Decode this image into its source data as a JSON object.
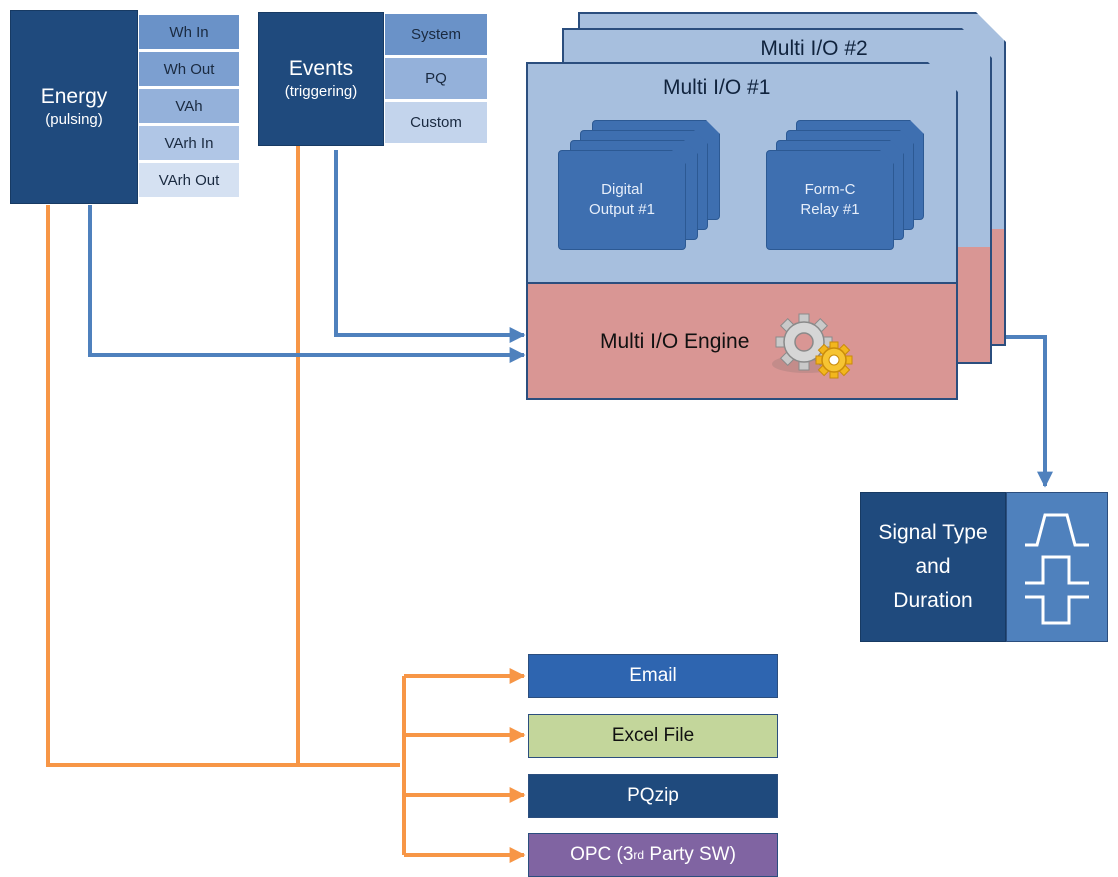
{
  "energy": {
    "title": "Energy",
    "subtitle": "(pulsing)",
    "items": [
      "Wh In",
      "Wh Out",
      "VAh",
      "VArh In",
      "VArh Out"
    ]
  },
  "events": {
    "title": "Events",
    "subtitle": "(triggering)",
    "items": [
      "System",
      "PQ",
      "Custom"
    ]
  },
  "multi_io": {
    "back_title": "Multi I/O #2",
    "front_title": "Multi I/O #1",
    "digital_output": [
      "Digital",
      "Output #1"
    ],
    "relay": [
      "Form-C",
      "Relay #1"
    ],
    "engine_label": "Multi I/O Engine",
    "engine_icon": "gears-icon"
  },
  "signal": {
    "lines": [
      "Signal Type",
      "and",
      "Duration"
    ],
    "waveform_icon": "pulse-waveforms-icon"
  },
  "outputs": {
    "email": "Email",
    "excel": "Excel File",
    "pqzip": "PQzip",
    "opc_prefix": "OPC (3",
    "opc_sup": "rd",
    "opc_suffix": " Party SW)"
  },
  "colors": {
    "navy": "#1f4a7d",
    "mid_blue": "#4f81bd",
    "light_blue": "#a7bfde",
    "engine_red": "#d99694",
    "excel_green": "#c3d69b",
    "opc_purple": "#8064a2",
    "orange_line": "#f79646",
    "blue_line": "#4f81bd"
  }
}
